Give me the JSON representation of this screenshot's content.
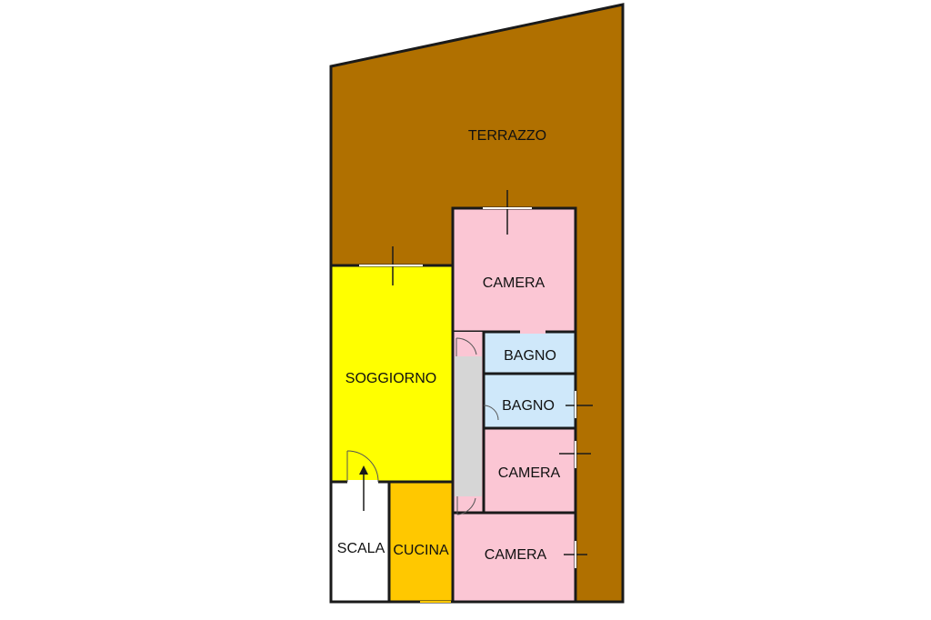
{
  "colors": {
    "terrace": "#b07000",
    "living": "#ffff00",
    "bedroom": "#fbc6d4",
    "bathroom": "#cfe8fa",
    "kitchen": "#ffc800",
    "stair": "#ffffff",
    "corridor": "#d6d6d6",
    "wall": "#1a1a1a"
  },
  "rooms": {
    "terrace": "TERRAZZO",
    "bedroom_top": "CAMERA",
    "living": "SOGGIORNO",
    "bath_1": "BAGNO",
    "bath_2": "BAGNO",
    "bedroom_mid": "CAMERA",
    "stair": "SCALA",
    "kitchen": "CUCINA",
    "bedroom_bottom": "CAMERA"
  }
}
